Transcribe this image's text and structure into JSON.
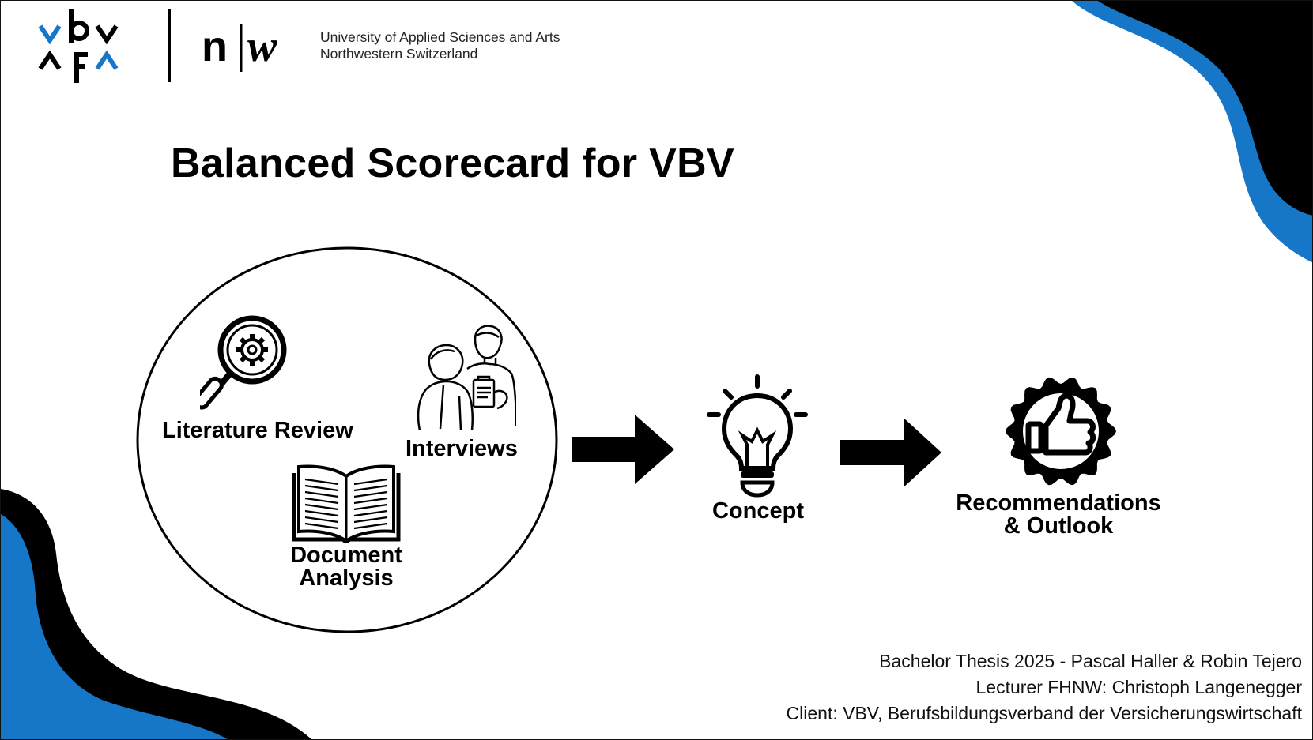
{
  "header": {
    "vbv_logo": {
      "top": "vbv",
      "bottom": "afa",
      "accent": "#1677C8"
    },
    "fhnw_logo": {
      "mark": "n|w",
      "line1": "University of Applied Sciences and Arts",
      "line2": "Northwestern Switzerland"
    }
  },
  "title": "Balanced Scorecard for VBV",
  "methods": {
    "literature_review": "Literature Review",
    "interviews": "Interviews",
    "document_analysis_line1": "Document",
    "document_analysis_line2": "Analysis"
  },
  "flow": {
    "concept": "Concept",
    "recommendations_line1": "Recommendations",
    "recommendations_line2": "& Outlook"
  },
  "icons": [
    "magnifier-gear-icon",
    "interview-people-icon",
    "open-book-icon",
    "arrow-right-icon",
    "lightbulb-icon",
    "thumbs-up-badge-icon"
  ],
  "credits": {
    "line1": "Bachelor Thesis 2025 - Pascal Haller & Robin Tejero",
    "line2": "Lecturer FHNW: Christoph Langenegger",
    "line3": "Client: VBV, Berufsbildungsverband der Versicherungswirtschaft"
  },
  "colors": {
    "accent_blue": "#1677C8",
    "dark": "#000000",
    "background": "#FFFFFF"
  }
}
